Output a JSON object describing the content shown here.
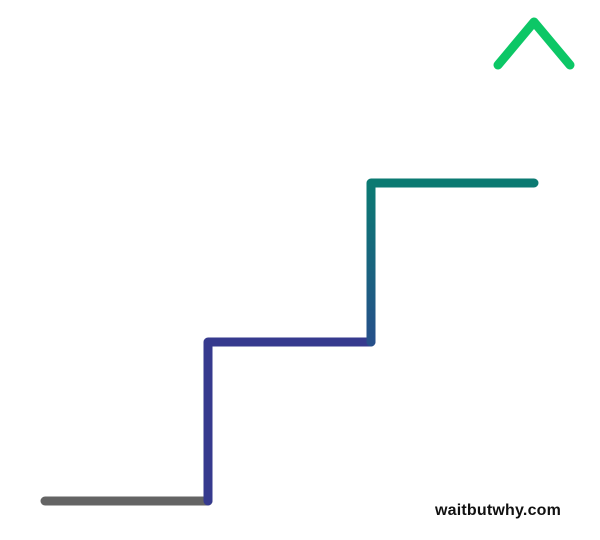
{
  "diagram": {
    "segments": [
      {
        "name": "base",
        "color": "#646464"
      },
      {
        "name": "step-1",
        "color": "#363a8e"
      },
      {
        "name": "step-2",
        "color": "#14707c"
      },
      {
        "name": "step-3-arrow",
        "color": "#0cc766"
      }
    ],
    "arrow_direction": "up"
  },
  "watermark": {
    "text": "waitbutwhy.com"
  }
}
